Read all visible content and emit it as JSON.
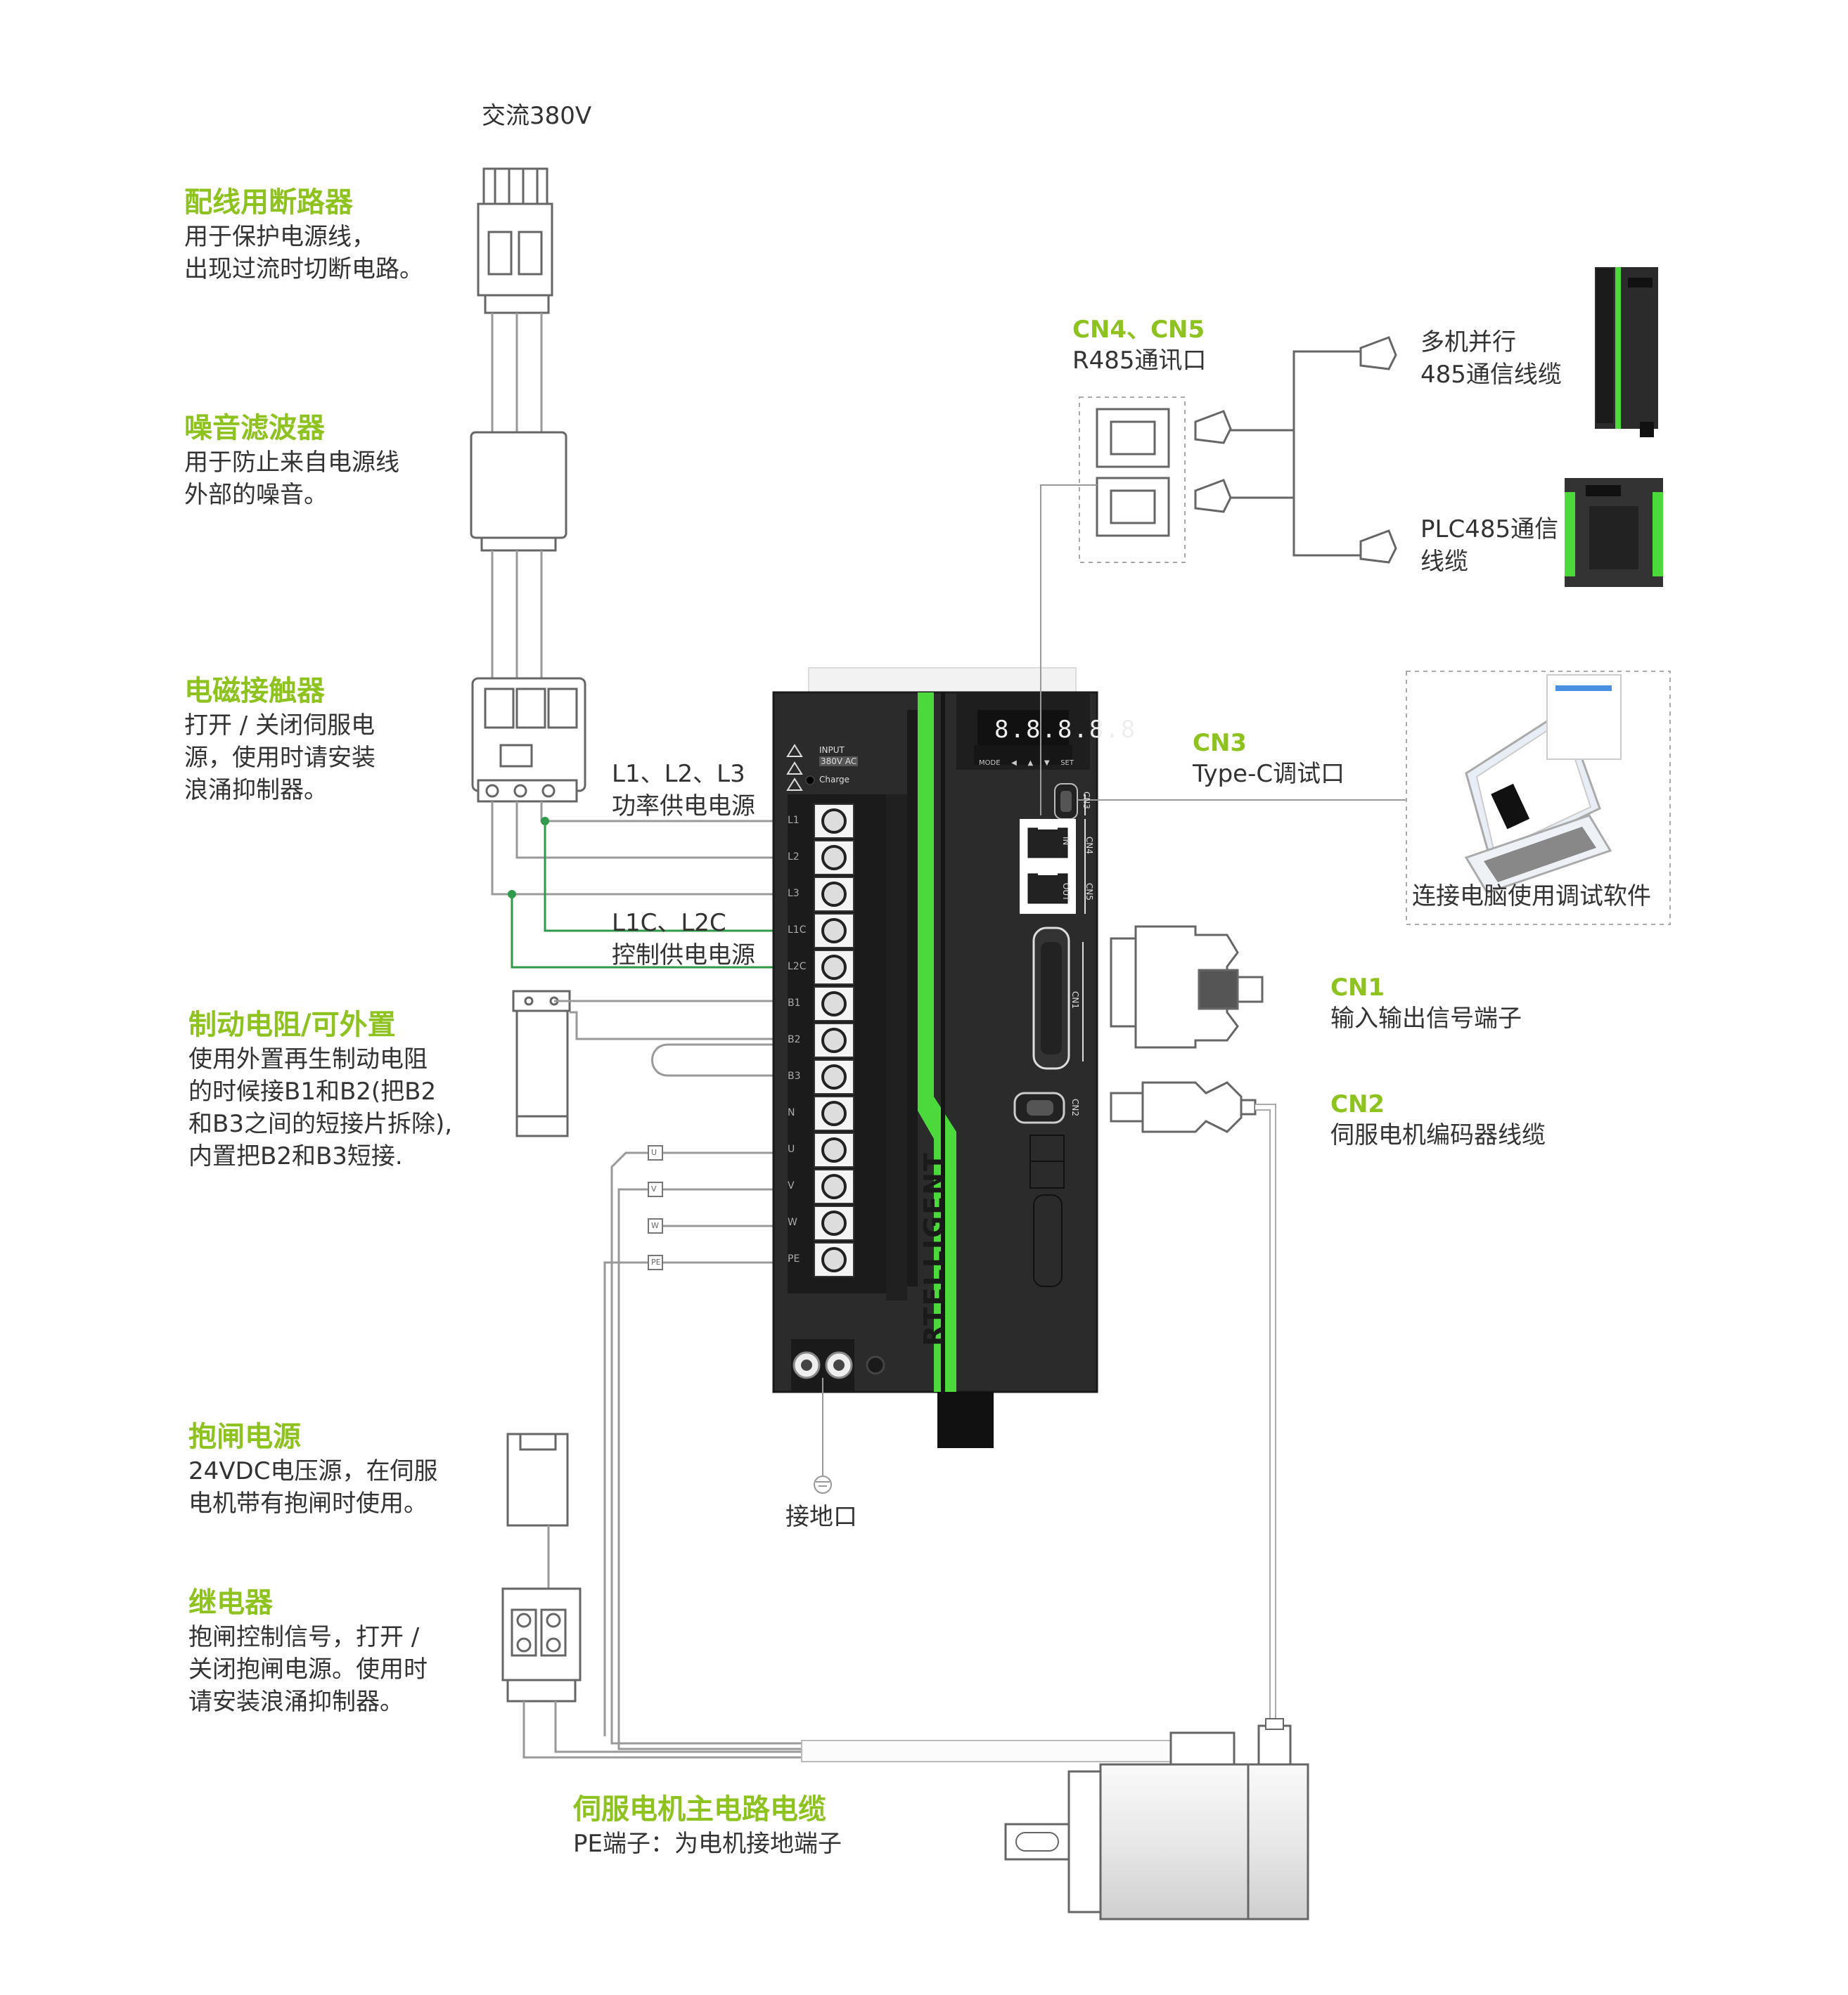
{
  "supply": {
    "label": "交流380V"
  },
  "breaker": {
    "title": "配线用断路器",
    "lines": [
      "用于保护电源线，",
      "出现过流时切断电路。"
    ]
  },
  "noise_filter": {
    "title": "噪音滤波器",
    "lines": [
      "用于防止来自电源线",
      "外部的噪音。"
    ]
  },
  "contactor": {
    "title": "电磁接触器",
    "lines": [
      "打开 / 关闭伺服电",
      "源，使用时请安装",
      "浪涌抑制器。"
    ]
  },
  "main_power": {
    "lines": [
      "L1、L2、L3",
      "功率供电电源"
    ]
  },
  "control_power": {
    "lines": [
      "L1C、L2C",
      "控制供电电源"
    ]
  },
  "brake_resistor": {
    "title": "制动电阻/可外置",
    "lines": [
      "使用外置再生制动电阻",
      "的时候接B1和B2(把B2",
      "和B3之间的短接片拆除),",
      "内置把B2和B3短接."
    ]
  },
  "brake_power": {
    "title": "抱闸电源",
    "lines": [
      "24VDC电压源，在伺服",
      "电机带有抱闸时使用。"
    ]
  },
  "relay": {
    "title": "继电器",
    "lines": [
      "抱闸控制信号，打开 /",
      "关闭抱闸电源。使用时",
      "请安装浪涌抑制器。"
    ]
  },
  "motor_cable": {
    "title": "伺服电机主电路电缆",
    "line": "PE端子：为电机接地端子"
  },
  "ground": {
    "label": "接地口"
  },
  "cn45": {
    "title": "CN4、CN5",
    "line": "R485通讯口"
  },
  "multi_parallel": {
    "lines": [
      "多机并行",
      "485通信线缆"
    ]
  },
  "plc485": {
    "lines": [
      "PLC485通信",
      "线缆"
    ]
  },
  "cn3": {
    "title": "CN3",
    "line": "Type-C调试口"
  },
  "pc": {
    "label": "连接电脑使用调试软件"
  },
  "cn1": {
    "title": "CN1",
    "line": "输入输出信号端子"
  },
  "cn2": {
    "title": "CN2",
    "line": "伺服电机编码器线缆"
  },
  "drive": {
    "brand": "RTELLIGENT",
    "display": "8.8.8.8.8",
    "keys": [
      "MODE",
      "◀",
      "▲",
      "▼",
      "SET"
    ],
    "input_label": "INPUT",
    "voltage_label": "380V AC",
    "charge_label": "Charge",
    "terminals": [
      "L1",
      "L2",
      "L3",
      "L1C",
      "L2C",
      "B1",
      "B2",
      "B3",
      "N",
      "U",
      "V",
      "W",
      "PE"
    ],
    "port_in": "IN",
    "port_out": "OUT",
    "cn4": "CN4",
    "cn5": "CN5",
    "cn3": "CN3",
    "cn1": "CN1",
    "cn2": "CN2"
  },
  "motor_terms": [
    "U",
    "V",
    "W",
    "PE"
  ],
  "colors": {
    "accent": "#8dc21f",
    "drive_body": "#2b2b2b",
    "green_strip": "#4bd93c",
    "wire": "#999999",
    "green_wire": "#2f9a4a"
  }
}
